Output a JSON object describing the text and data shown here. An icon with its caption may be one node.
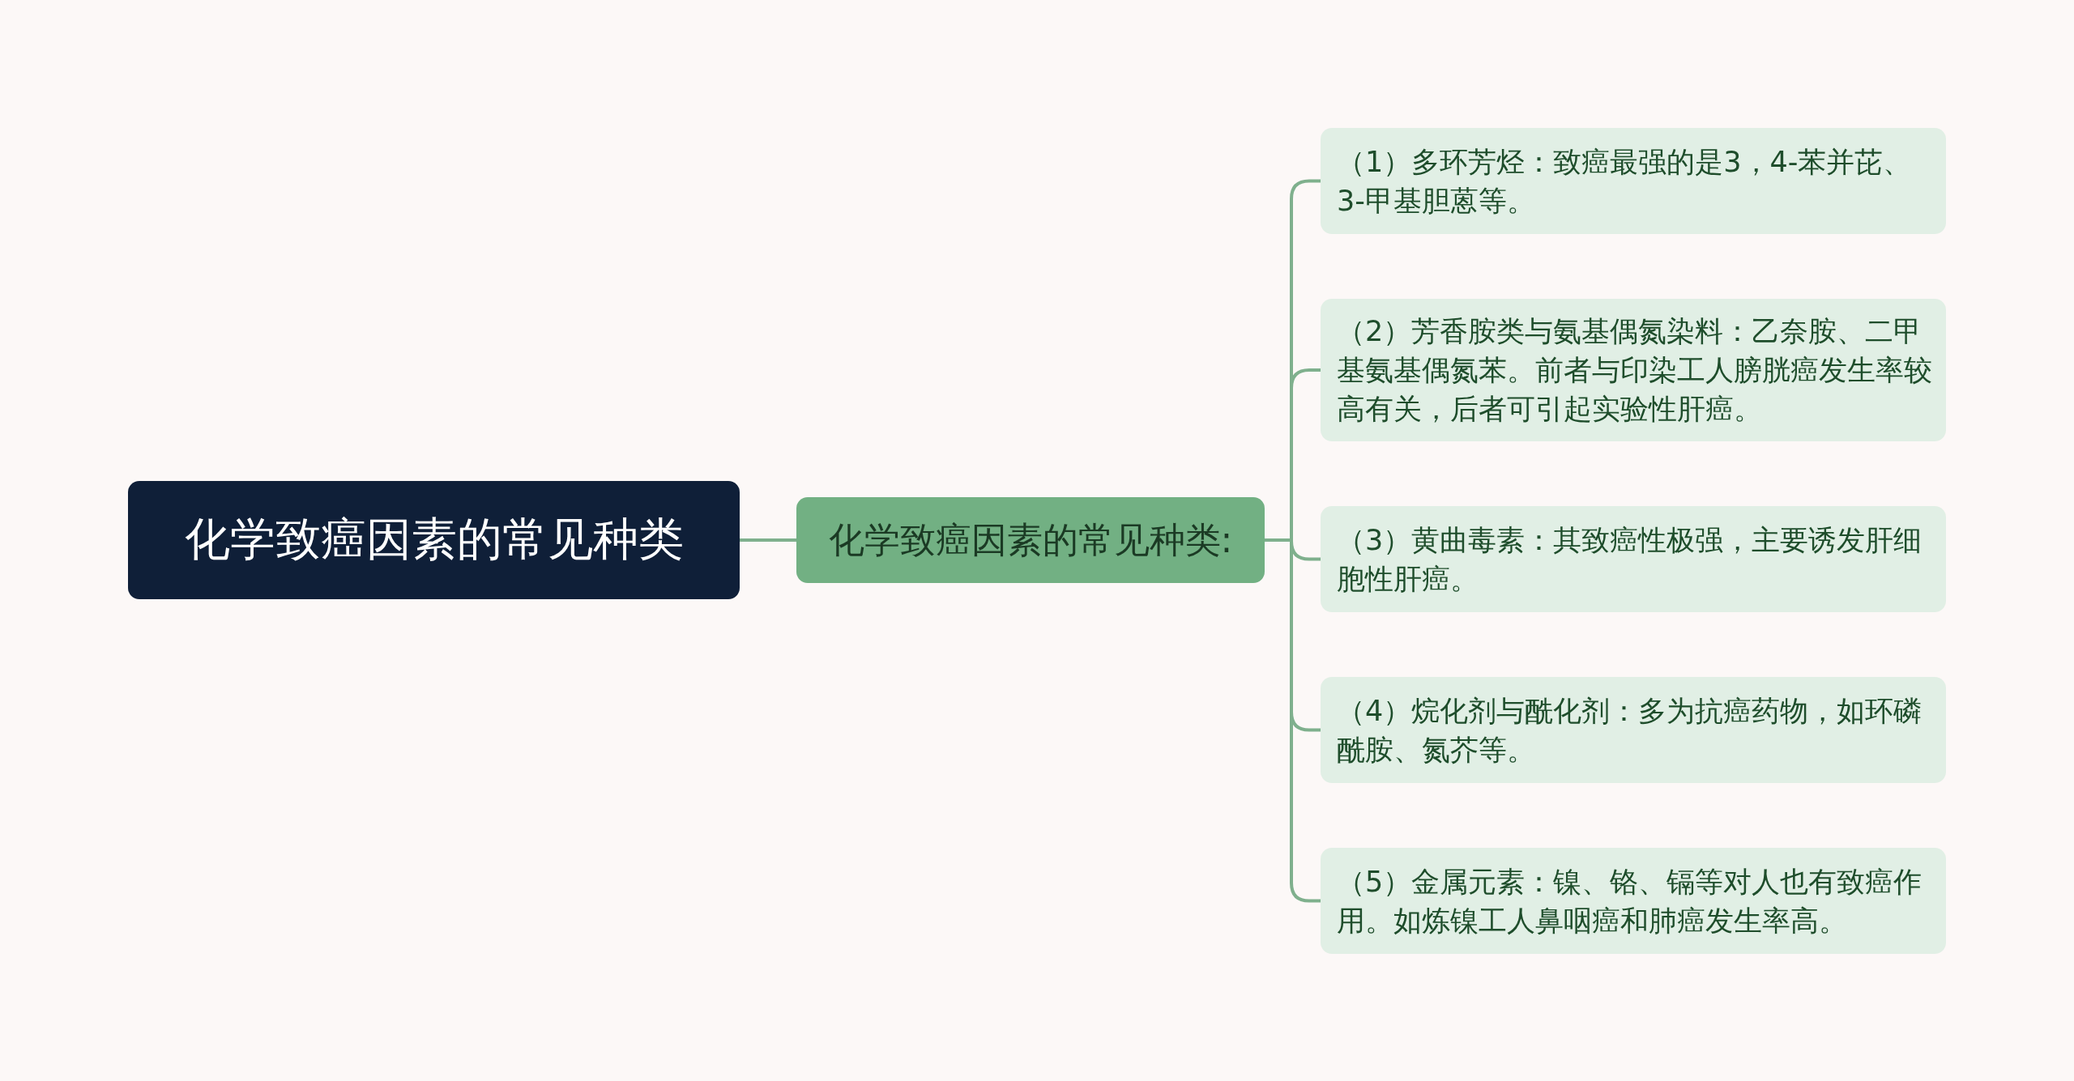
{
  "diagram": {
    "nodes": [
      {
        "text": [
          "化学致癌因素的常见种类"
        ]
      },
      {
        "text": [
          "化学致癌因素的常见种类:"
        ]
      },
      {
        "text": [
          "（1）多环芳烃：致癌最强的是3，4-苯并芘、3-甲基胆蒽等。"
        ]
      },
      {
        "text": [
          "（2）芳香胺类与氨基偶氮染料：乙奈胺、二甲基氨基偶氮苯。前者与印染工人膀胱癌发生率较高有关，后者可引起实验性肝癌。"
        ]
      },
      {
        "text": [
          "（3）黄曲毒素：其致癌性极强，主要诱发肝细胞性肝癌。"
        ]
      },
      {
        "text": [
          "（4）烷化剂与酰化剂：多为抗癌药物，如环磷酰胺、氮芥等。"
        ]
      },
      {
        "text": [
          "（5）金属元素：镍、铬、镉等对人也有致癌作用。如炼镍工人鼻咽癌和肺癌发生率高。"
        ]
      }
    ],
    "edges": [
      {
        "from": 0,
        "to": 1,
        "arrow": "none"
      },
      {
        "from": 1,
        "to": 2,
        "arrow": "none"
      },
      {
        "from": 1,
        "to": 3,
        "arrow": "none"
      },
      {
        "from": 1,
        "to": 4,
        "arrow": "none"
      },
      {
        "from": 1,
        "to": 5,
        "arrow": "none"
      },
      {
        "from": 1,
        "to": 6,
        "arrow": "none"
      }
    ]
  }
}
